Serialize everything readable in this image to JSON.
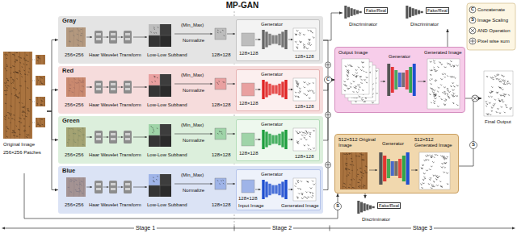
{
  "diagram": {
    "title": "MP-GAN",
    "nodes": [
      {
        "text": [
          "Original Image",
          "256×256 Patches"
        ]
      },
      {
        "text": [
          "Gray",
          "256×256",
          "Haar Wavelet Transform",
          "Low-Low Subband",
          "(Min_Max)",
          "Normalize",
          "128×128"
        ]
      },
      {
        "text": [
          "128×128",
          "Generator",
          "128×128"
        ],
        "in": 1
      },
      {
        "text": [
          "Red",
          "256×256",
          "Haar Wavelet Transform",
          "Low-Low Subband",
          "(Min_Max)",
          "Normalize",
          "128×128"
        ]
      },
      {
        "text": [
          "128×128",
          "Generator",
          "128×128"
        ],
        "in": 3
      },
      {
        "text": [
          "Green",
          "256×256",
          "Haar Wavelet Transform",
          "Low-Low Subband",
          "(Min_Max)",
          "Normalize",
          "128×128"
        ]
      },
      {
        "text": [
          "128×128",
          "Generator",
          "128×128"
        ],
        "in": 5
      },
      {
        "text": [
          "Blue",
          "256×256",
          "Haar Wavelet Transform",
          "Low-Low Subband",
          "(Min_Max)",
          "Normalize",
          "128×128"
        ]
      },
      {
        "text": [
          "128×128",
          "Input Image",
          "Generator",
          "Generated Image"
        ],
        "in": 7
      },
      {
        "text": [
          "Fake/Real",
          "Discriminator"
        ]
      },
      {
        "text": [
          "Fake/Real",
          "Discriminator"
        ]
      },
      {
        "text": [
          "Output Image",
          "Generator",
          "Generated Image"
        ]
      },
      {
        "text": [
          "512×512 Original Image",
          "Generator",
          "512×512 Generated Image"
        ]
      },
      {
        "text": [
          "Fake/Real",
          "Discriminator"
        ]
      },
      {
        "text": [
          "Final Output"
        ]
      }
    ],
    "edges": [
      {
        "from": 0,
        "to": 1,
        "arrow": "to"
      },
      {
        "from": 0,
        "to": 3,
        "arrow": "to"
      },
      {
        "from": 0,
        "to": 5,
        "arrow": "to"
      },
      {
        "from": 0,
        "to": 7,
        "arrow": "to"
      },
      {
        "from": 2,
        "to": 11,
        "arrow": "to"
      },
      {
        "from": 4,
        "to": 11,
        "arrow": "to"
      },
      {
        "from": 6,
        "to": 11,
        "arrow": "to"
      },
      {
        "from": 8,
        "to": 11,
        "arrow": "to"
      },
      {
        "from": 2,
        "to": 9,
        "arrow": "to"
      },
      {
        "from": 11,
        "to": 10,
        "arrow": "to"
      },
      {
        "from": 0,
        "to": 12,
        "arrow": "to"
      },
      {
        "from": 11,
        "to": 14,
        "arrow": "to"
      },
      {
        "from": 12,
        "to": 14,
        "arrow": "to"
      },
      {
        "from": 12,
        "to": 13,
        "arrow": "to"
      }
    ],
    "labels": [
      "Stage 1",
      "Stage 2",
      "Stage 3",
      "C",
      "S",
      "S",
      "C",
      "S"
    ],
    "legend": [
      {
        "text": "Concatenate"
      },
      {
        "text": "Image Scaling"
      },
      {
        "text": "AND Operation"
      },
      {
        "text": "Pixel wise sum"
      }
    ]
  }
}
